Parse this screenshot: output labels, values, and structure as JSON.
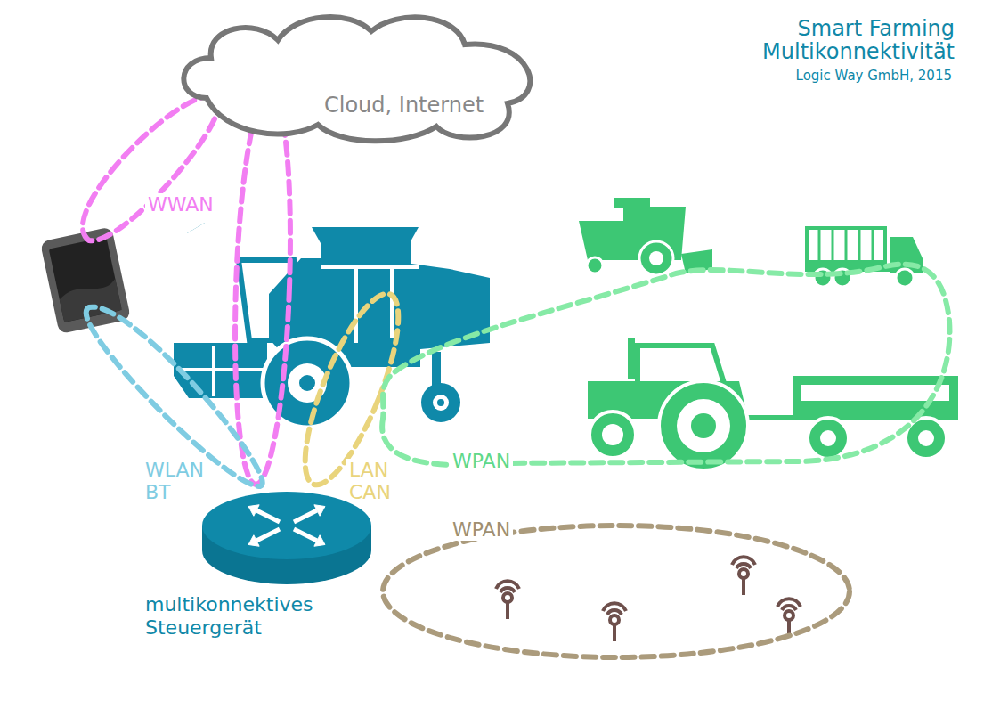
{
  "diagram": {
    "title": "Smart Farming Multikonnektivität",
    "nodes": [
      {
        "text": [
          "Cloud, Internet"
        ]
      },
      {
        "text": [
          "multikonnektives Steuergerät"
        ]
      }
    ],
    "labels": [
      "Logic Way GmbH, 2015",
      "WWAN",
      "WLAN BT",
      "LAN CAN",
      "WPAN",
      "WPAN"
    ]
  }
}
